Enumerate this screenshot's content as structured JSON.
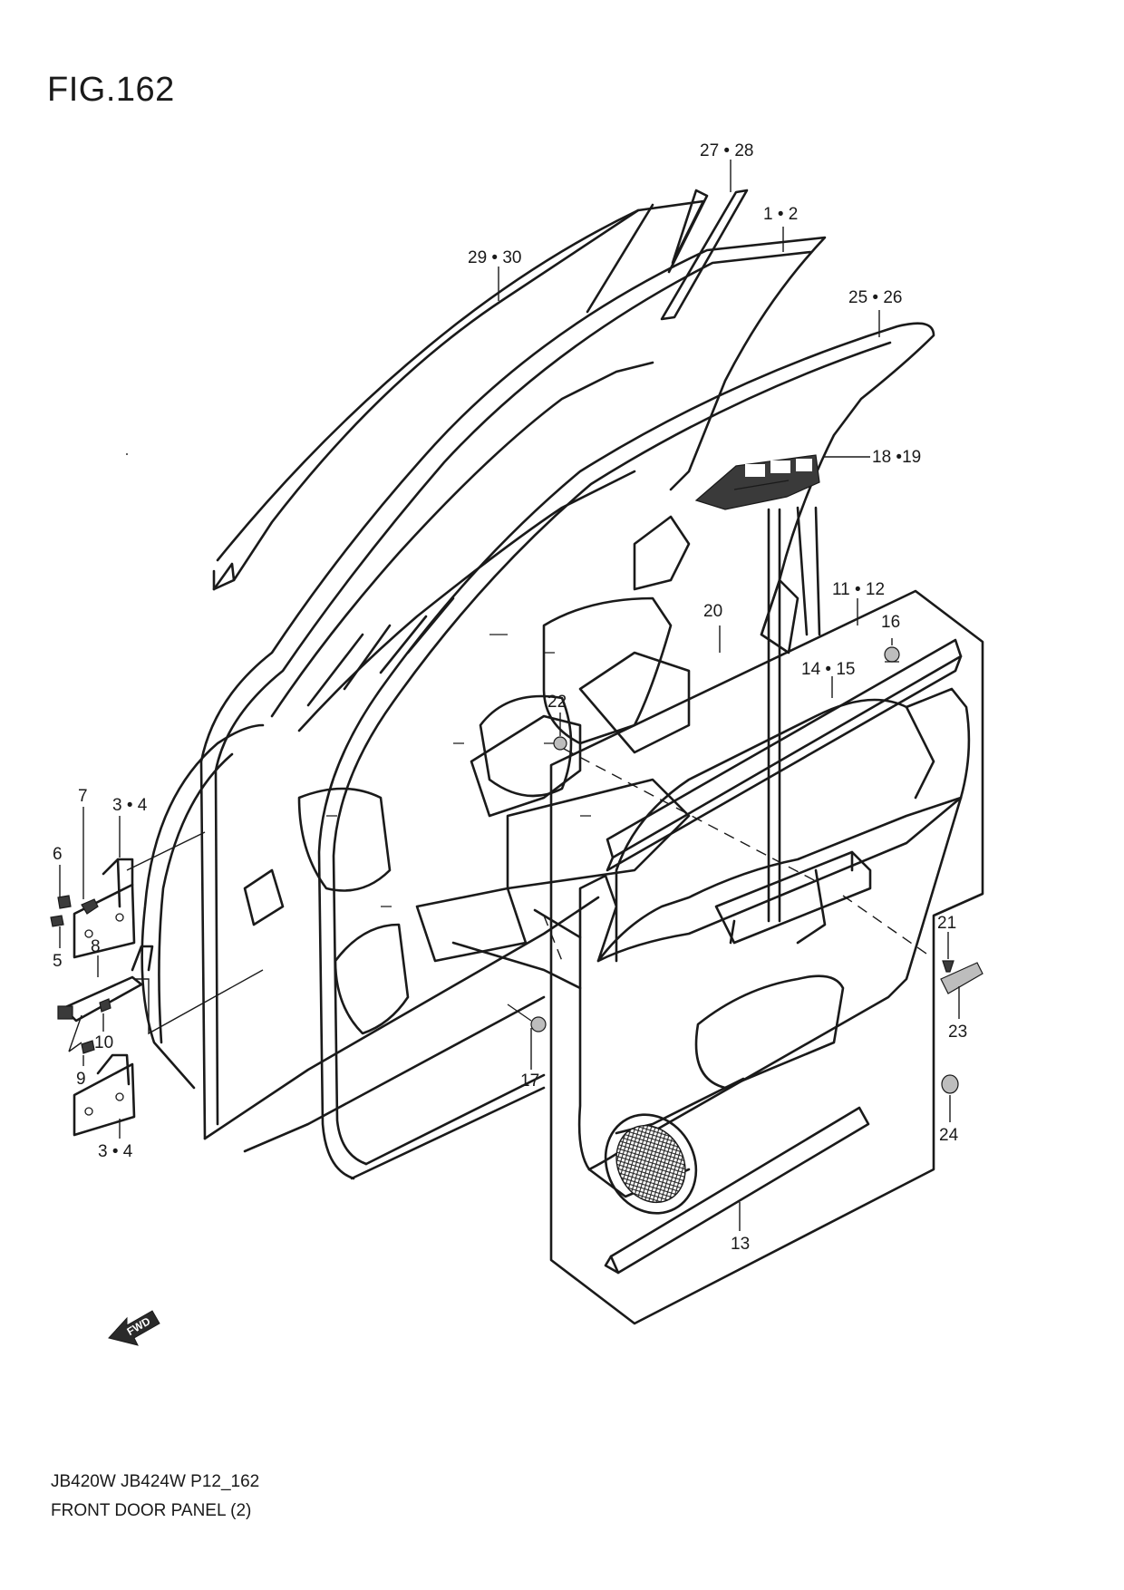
{
  "figure": {
    "title": "FIG.162",
    "model_code": "JB420W JB424W P12_162",
    "section_name": "FRONT DOOR PANEL (2)",
    "fwd_label": "FWD"
  },
  "callouts": [
    {
      "id": "c-27-28",
      "label": "27 • 28"
    },
    {
      "id": "c-1-2",
      "label": "1 • 2"
    },
    {
      "id": "c-29-30",
      "label": "29 • 30"
    },
    {
      "id": "c-25-26",
      "label": "25 • 26"
    },
    {
      "id": "c-18-19",
      "label": "18 •19"
    },
    {
      "id": "c-11-12",
      "label": "11 • 12"
    },
    {
      "id": "c-20",
      "label": "20"
    },
    {
      "id": "c-16",
      "label": "16"
    },
    {
      "id": "c-14-15",
      "label": "14 • 15"
    },
    {
      "id": "c-22",
      "label": "22"
    },
    {
      "id": "c-7",
      "label": "7"
    },
    {
      "id": "c-3-4-top",
      "label": "3 • 4"
    },
    {
      "id": "c-6",
      "label": "6"
    },
    {
      "id": "c-5",
      "label": "5"
    },
    {
      "id": "c-8",
      "label": "8"
    },
    {
      "id": "c-10",
      "label": "10"
    },
    {
      "id": "c-9",
      "label": "9"
    },
    {
      "id": "c-3-4-bottom",
      "label": "3 • 4"
    },
    {
      "id": "c-17",
      "label": "17"
    },
    {
      "id": "c-21",
      "label": "21"
    },
    {
      "id": "c-23",
      "label": "23"
    },
    {
      "id": "c-24",
      "label": "24"
    },
    {
      "id": "c-13",
      "label": "13"
    }
  ]
}
